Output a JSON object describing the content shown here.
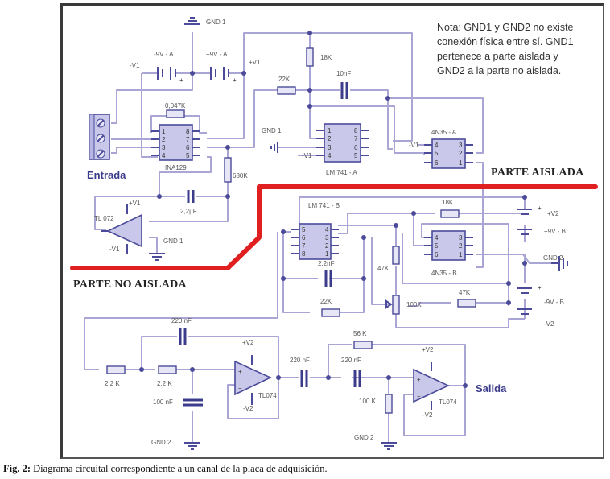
{
  "note": {
    "lines": [
      "Nota: GND1 y GND2 no existe",
      "conexión física entre sí. GND1",
      "pertenece a parte  aislada y",
      "GND2 a la parte no aislada."
    ]
  },
  "sections": {
    "isolated": "PARTE AISLADA",
    "non_isolated": "PARTE  NO AISLADA"
  },
  "io": {
    "input": "Entrada",
    "output": "Salida"
  },
  "components": {
    "gnd1_top": "GND 1",
    "bat_neg_a": "-9V - A",
    "bat_pos_a": "+9V - A",
    "v1_neg": "-V1",
    "v1_pos": "+V1",
    "r_gain": "0,047K",
    "ina": "INA129",
    "r_680k": "680K",
    "c_2u2": "2,2µF",
    "tl072": "TL 072",
    "gnd1_tl": "GND 1",
    "r_22k_a": "22K",
    "r_18k_a": "18K",
    "c_10n": "10nF",
    "gnd1_lm": "GND 1",
    "lm741a": "LM 741 - A",
    "opto_a": "4N35 - A",
    "lm741b": "LM 741 - B",
    "c_2n2": "2,2nF",
    "r_22k_b": "22K",
    "r_18k_b": "18K",
    "r_47k_v": "47K",
    "pot_100k": "100K",
    "r_47k_h": "47K",
    "opto_b": "4N35 - B",
    "v2_pos": "+V2",
    "bat_pos_b": "+9V - B",
    "gnd2_bat": "GND 2",
    "bat_neg_b": "-9V - B",
    "v2_neg": "-V2",
    "c_220n_fb": "220 nF",
    "r_2k2_1": "2,2 K",
    "r_2k2_2": "2,2 K",
    "c_100n": "100 nF",
    "gnd2_lp": "GND 2",
    "tl074_1": "TL074",
    "c_220n_1": "220 nF",
    "c_220n_2": "220 nF",
    "r_56k": "56 K",
    "r_100k": "100 K",
    "gnd2_hp": "GND 2",
    "tl074_2": "TL074",
    "v2p": "+V2",
    "v2n": "-V2"
  },
  "ic_pins": {
    "ina_left": [
      "1",
      "2",
      "3",
      "4"
    ],
    "ina_right": [
      "8",
      "7",
      "6",
      "5"
    ],
    "lma_left": [
      "1",
      "2",
      "3",
      "4"
    ],
    "lma_right": [
      "8",
      "7",
      "6",
      "5"
    ],
    "lmb_left": [
      "5",
      "6",
      "7",
      "8"
    ],
    "lmb_right": [
      "4",
      "3",
      "2",
      "1"
    ],
    "opto_left": [
      "4",
      "5",
      "6"
    ],
    "opto_right": [
      "3",
      "2",
      "1"
    ]
  },
  "caption": {
    "label": "Fig. 2:",
    "text": " Diagrama circuital correspondiente a un canal de la placa de adquisición."
  }
}
